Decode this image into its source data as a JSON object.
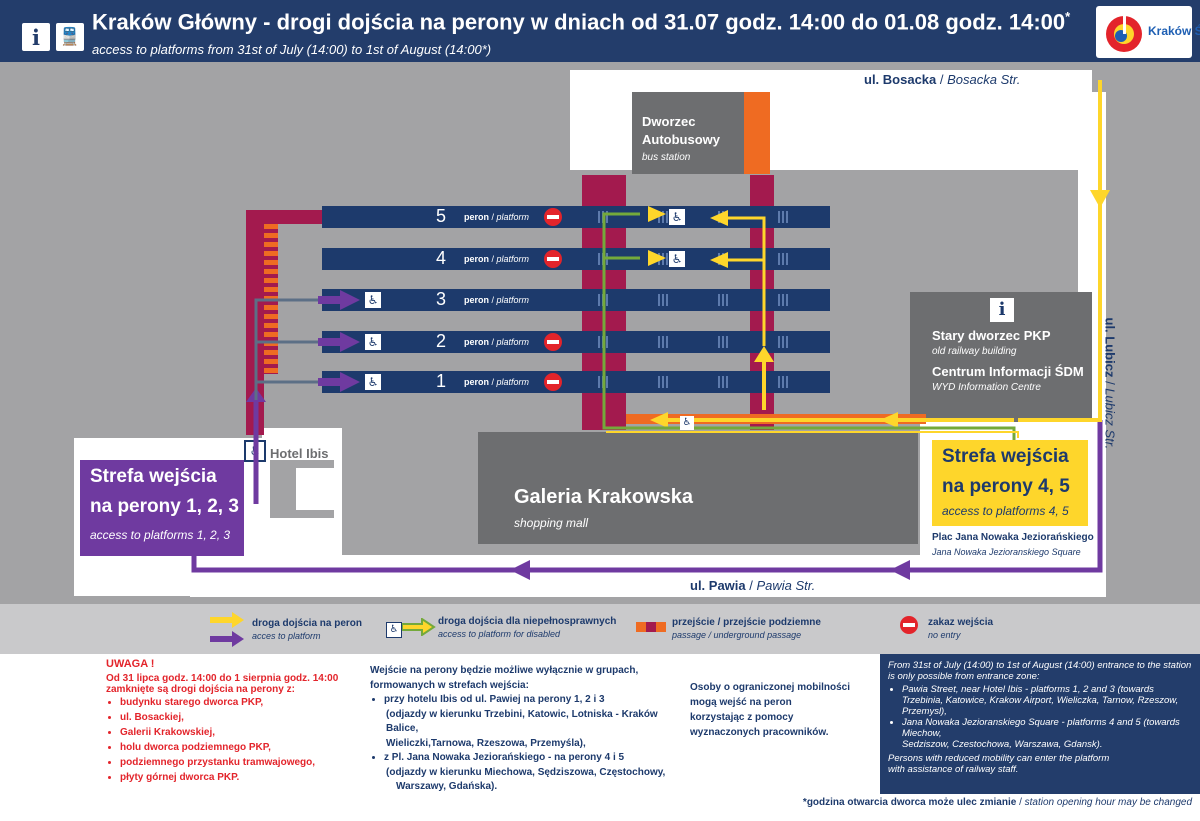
{
  "header": {
    "title": "Kraków Główny - drogi dojścia na perony w dniach od 31.07 godz. 14:00 do 01.08 godz. 14:00",
    "title_mark": "*",
    "subtitle": "access to platforms from 31st of July (14:00) to 1st of August (14:00*)",
    "info_icon_glyph": "i",
    "train_icon_glyph": "🚆",
    "logo_text": "Kraków ŚDM"
  },
  "colors": {
    "navy": "#1d3a6c",
    "crimson": "#a31a4e",
    "orange": "#ef6b22",
    "yellow": "#fed62b",
    "purple": "#6f3aa0",
    "green": "#74a93b",
    "steel": "#5c6f86"
  },
  "platforms": [
    {
      "num": "5",
      "peron": "peron",
      "platform": "platform",
      "wc": true,
      "no_entry": true
    },
    {
      "num": "4",
      "peron": "peron",
      "platform": "platform",
      "wc": true,
      "no_entry": true
    },
    {
      "num": "3",
      "peron": "peron",
      "platform": "platform",
      "wc": true,
      "no_entry": false
    },
    {
      "num": "2",
      "peron": "peron",
      "platform": "platform",
      "wc": true,
      "no_entry": true
    },
    {
      "num": "1",
      "peron": "peron",
      "platform": "platform",
      "wc": true,
      "no_entry": true
    }
  ],
  "buildings": {
    "bus_station": {
      "name1": "Dworzec",
      "name2": "Autobusowy",
      "sub": "bus station"
    },
    "old_station": {
      "name1": "Stary dworzec PKP",
      "sub1": "old railway building",
      "name2": "Centrum Informacji ŚDM",
      "sub2": "WYD Information Centre",
      "icon": "i"
    },
    "hotel": {
      "name": "Hotel Ibis"
    },
    "mall": {
      "name": "Galeria Krakowska",
      "sub": "shopping mall"
    },
    "square": {
      "name": "Plac Jana Nowaka Jeziorańskiego",
      "sub": "Jana Nowaka Jezioranskiego Square"
    }
  },
  "streets": {
    "bosacka": {
      "pl": "ul. Bosacka",
      "en": "Bosacka Str."
    },
    "lubicz": {
      "pl": "ul. Lubicz",
      "en": "Lubicz Str."
    },
    "pawia": {
      "pl": "ul. Pawia",
      "en": "Pawia Str."
    }
  },
  "zones": {
    "zone123": {
      "l1": "Strefa wejścia",
      "l2": "na perony 1, 2, 3",
      "sub": "access to platforms 1, 2, 3"
    },
    "zone45": {
      "l1": "Strefa wejścia",
      "l2": "na perony 4, 5",
      "sub": "access to platforms 4, 5"
    }
  },
  "legend": {
    "route": {
      "pl": "droga dojścia na peron",
      "en": "acces to platform"
    },
    "disabled": {
      "pl": "droga dojścia dla niepełnosprawnych",
      "en": "access to platform for disabled"
    },
    "passage": {
      "pl": "przejście / przejście podziemne",
      "en": "passage / underground passage"
    },
    "noentry": {
      "pl": "zakaz wejścia",
      "en": "no entry"
    }
  },
  "warning": {
    "head": "UWAGA !",
    "l1": "Od 31 lipca godz. 14:00 do 1 sierpnia godz. 14:00",
    "l2": "zamknięte są drogi dojścia na perony z:",
    "items": [
      "budynku starego dworca PKP,",
      "ul. Bosackiej,",
      "Galerii Krakowskiej,",
      "holu dworca podziemnego PKP,",
      "podziemnego przystanku tramwajowego,",
      "płyty górnej dworca PKP."
    ]
  },
  "groups": {
    "l1": "Wejście na perony będzie możliwe wyłącznie w grupach,",
    "l2": "formowanych w strefach wejścia:",
    "item1": "przy hotelu Ibis od ul. Pawiej na perony 1, 2 i 3",
    "item1b": "(odjazdy w kierunku Trzebini, Katowic, Lotniska - Kraków Balice,",
    "item1c": "Wieliczki,Tarnowa, Rzeszowa, Przemyśla),",
    "item2": "z Pl. Jana Nowaka Jeziorańskiego - na perony 4 i 5",
    "item2b": "(odjazdy w kierunku Miechowa, Sędziszowa, Częstochowy,",
    "item2c": "Warszawy, Gdańska)."
  },
  "mobility": {
    "l1": "Osoby o ograniczonej mobilności",
    "l2": "mogą wejść na peron",
    "l3": "korzystając z pomocy",
    "l4": "wyznaczonych pracowników."
  },
  "english": {
    "l1": "From 31st of July (14:00) to 1st of August (14:00) entrance to the station",
    "l2": "is only possible from entrance zone:",
    "i1a": "Pawia Street, near Hotel Ibis - platforms 1, 2 and 3 (towards",
    "i1b": "Trzebinia, Katowice, Krakow Airport, Wieliczka,  Tarnow, Rzeszow, Przemysl),",
    "i2a": "Jana Nowaka Jezioranskiego Square - platforms 4 and 5 (towards Miechow,",
    "i2b": "Sedziszow, Czestochowa, Warszawa, Gdansk).",
    "l3": "Persons with reduced mobility can enter the platform",
    "l4": "with assistance of railway staff."
  },
  "footnote": {
    "pl": "*godzina otwarcia dworca może ulec zmianie",
    "en": "station opening hour may be changed"
  }
}
